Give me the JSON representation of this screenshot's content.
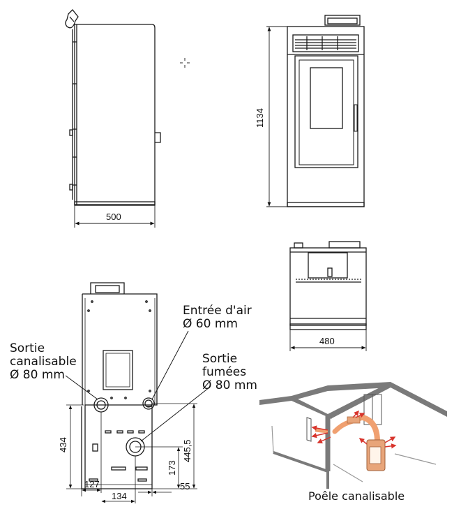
{
  "dimensions": {
    "side_width": "500",
    "front_height": "1134",
    "top_width": "480",
    "rear_434": "434",
    "rear_445": "445,5",
    "rear_173": "173",
    "rear_127": "127",
    "rear_134": "134",
    "rear_55": "55"
  },
  "labels": {
    "air_inlet_line1": "Entrée d'air",
    "air_inlet_line2": "Ø 60 mm",
    "ducted_outlet_line1": "Sortie",
    "ducted_outlet_line2": "canalisable",
    "ducted_outlet_line3": "Ø 80 mm",
    "flue_outlet_line1": "Sortie",
    "flue_outlet_line2": "fumées",
    "flue_outlet_line3": "Ø 80 mm",
    "caption": "Poêle canalisable"
  },
  "colors": {
    "line": "#1a1a1a",
    "room_wall": "#7a7a7a",
    "duct_orange": "#f0a070",
    "arrow_red": "#d8342c",
    "stove_body": "#e8a57a"
  }
}
